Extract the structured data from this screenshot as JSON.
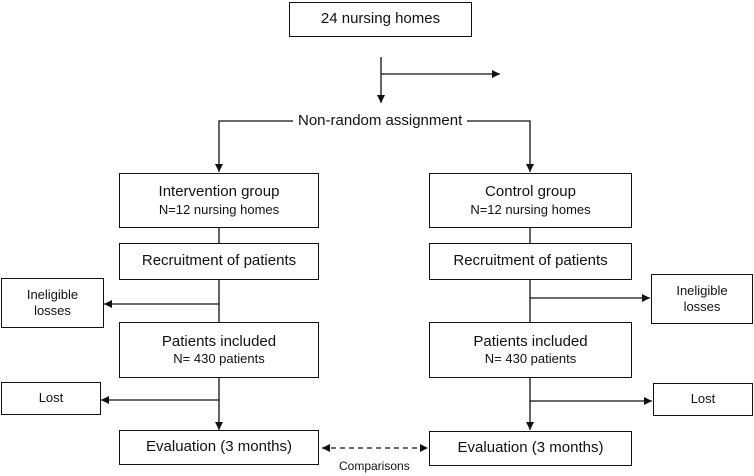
{
  "top": {
    "title": "24 nursing homes"
  },
  "assignment": {
    "label": "Non-random assignment"
  },
  "intervention": {
    "group_title": "Intervention group",
    "group_size": "N=12 nursing homes",
    "recruitment": "Recruitment of patients",
    "ineligible_line1": "Ineligible",
    "ineligible_line2": "losses",
    "included_title": "Patients included",
    "included_count": "N= 430 patients",
    "lost": "Lost",
    "evaluation": "Evaluation (3 months)"
  },
  "control": {
    "group_title": "Control group",
    "group_size": "N=12 nursing homes",
    "recruitment": "Recruitment of patients",
    "ineligible_line1": "Ineligible",
    "ineligible_line2": "losses",
    "included_title": "Patients included",
    "included_count": "N= 430 patients",
    "lost": "Lost",
    "evaluation": "Evaluation (3 months)"
  },
  "comparisons": {
    "label": "Comparisons"
  }
}
